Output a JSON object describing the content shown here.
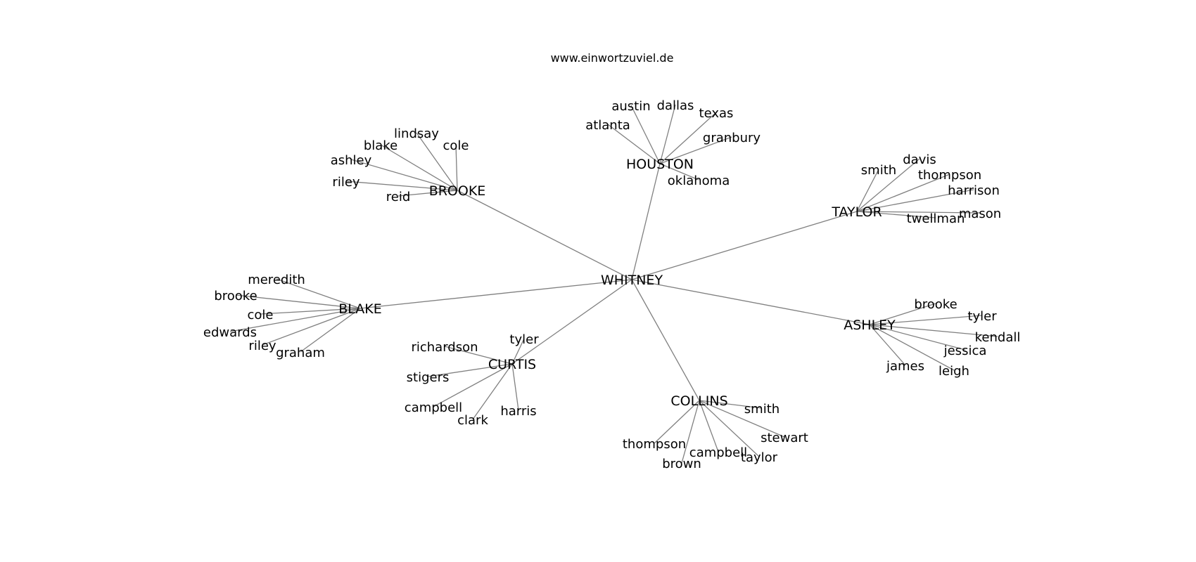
{
  "title": "www.einwortzuviel.de",
  "colors": {
    "edge": "#808080",
    "text": "#000000",
    "background": "#ffffff"
  },
  "nodes": [
    {
      "id": "whitney",
      "label": "WHITNEY"
    },
    {
      "id": "houston",
      "label": "HOUSTON"
    },
    {
      "id": "brooke",
      "label": "BROOKE"
    },
    {
      "id": "taylor",
      "label": "TAYLOR"
    },
    {
      "id": "blake",
      "label": "BLAKE"
    },
    {
      "id": "ashley",
      "label": "ASHLEY"
    },
    {
      "id": "curtis",
      "label": "CURTIS"
    },
    {
      "id": "collins",
      "label": "COLLINS"
    },
    {
      "id": "h-austin",
      "label": "austin"
    },
    {
      "id": "h-dallas",
      "label": "dallas"
    },
    {
      "id": "h-texas",
      "label": "texas"
    },
    {
      "id": "h-atlanta",
      "label": "atlanta"
    },
    {
      "id": "h-granbury",
      "label": "granbury"
    },
    {
      "id": "h-oklahoma",
      "label": "oklahoma"
    },
    {
      "id": "br-lindsay",
      "label": "lindsay"
    },
    {
      "id": "br-blake",
      "label": "blake"
    },
    {
      "id": "br-cole",
      "label": "cole"
    },
    {
      "id": "br-ashley",
      "label": "ashley"
    },
    {
      "id": "br-riley",
      "label": "riley"
    },
    {
      "id": "br-reid",
      "label": "reid"
    },
    {
      "id": "t-smith",
      "label": "smith"
    },
    {
      "id": "t-davis",
      "label": "davis"
    },
    {
      "id": "t-thompson",
      "label": "thompson"
    },
    {
      "id": "t-harrison",
      "label": "harrison"
    },
    {
      "id": "t-mason",
      "label": "mason"
    },
    {
      "id": "t-twellman",
      "label": "twellman"
    },
    {
      "id": "bl-meredith",
      "label": "meredith"
    },
    {
      "id": "bl-brooke",
      "label": "brooke"
    },
    {
      "id": "bl-cole",
      "label": "cole"
    },
    {
      "id": "bl-edwards",
      "label": "edwards"
    },
    {
      "id": "bl-riley",
      "label": "riley"
    },
    {
      "id": "bl-graham",
      "label": "graham"
    },
    {
      "id": "a-brooke",
      "label": "brooke"
    },
    {
      "id": "a-tyler",
      "label": "tyler"
    },
    {
      "id": "a-kendall",
      "label": "kendall"
    },
    {
      "id": "a-jessica",
      "label": "jessica"
    },
    {
      "id": "a-james",
      "label": "james"
    },
    {
      "id": "a-leigh",
      "label": "leigh"
    },
    {
      "id": "c-richardson",
      "label": "richardson"
    },
    {
      "id": "c-tyler",
      "label": "tyler"
    },
    {
      "id": "c-stigers",
      "label": "stigers"
    },
    {
      "id": "c-campbell",
      "label": "campbell"
    },
    {
      "id": "c-clark",
      "label": "clark"
    },
    {
      "id": "c-harris",
      "label": "harris"
    },
    {
      "id": "co-smith",
      "label": "smith"
    },
    {
      "id": "co-stewart",
      "label": "stewart"
    },
    {
      "id": "co-thompson",
      "label": "thompson"
    },
    {
      "id": "co-campbell",
      "label": "campbell"
    },
    {
      "id": "co-taylor",
      "label": "taylor"
    },
    {
      "id": "co-brown",
      "label": "brown"
    }
  ],
  "edges": [
    [
      "whitney",
      "houston"
    ],
    [
      "whitney",
      "brooke"
    ],
    [
      "whitney",
      "taylor"
    ],
    [
      "whitney",
      "blake"
    ],
    [
      "whitney",
      "ashley"
    ],
    [
      "whitney",
      "curtis"
    ],
    [
      "whitney",
      "collins"
    ],
    [
      "houston",
      "h-austin"
    ],
    [
      "houston",
      "h-dallas"
    ],
    [
      "houston",
      "h-texas"
    ],
    [
      "houston",
      "h-atlanta"
    ],
    [
      "houston",
      "h-granbury"
    ],
    [
      "houston",
      "h-oklahoma"
    ],
    [
      "brooke",
      "br-lindsay"
    ],
    [
      "brooke",
      "br-blake"
    ],
    [
      "brooke",
      "br-cole"
    ],
    [
      "brooke",
      "br-ashley"
    ],
    [
      "brooke",
      "br-riley"
    ],
    [
      "brooke",
      "br-reid"
    ],
    [
      "taylor",
      "t-smith"
    ],
    [
      "taylor",
      "t-davis"
    ],
    [
      "taylor",
      "t-thompson"
    ],
    [
      "taylor",
      "t-harrison"
    ],
    [
      "taylor",
      "t-mason"
    ],
    [
      "taylor",
      "t-twellman"
    ],
    [
      "blake",
      "bl-meredith"
    ],
    [
      "blake",
      "bl-brooke"
    ],
    [
      "blake",
      "bl-cole"
    ],
    [
      "blake",
      "bl-edwards"
    ],
    [
      "blake",
      "bl-riley"
    ],
    [
      "blake",
      "bl-graham"
    ],
    [
      "ashley",
      "a-brooke"
    ],
    [
      "ashley",
      "a-tyler"
    ],
    [
      "ashley",
      "a-kendall"
    ],
    [
      "ashley",
      "a-jessica"
    ],
    [
      "ashley",
      "a-james"
    ],
    [
      "ashley",
      "a-leigh"
    ],
    [
      "curtis",
      "c-richardson"
    ],
    [
      "curtis",
      "c-tyler"
    ],
    [
      "curtis",
      "c-stigers"
    ],
    [
      "curtis",
      "c-campbell"
    ],
    [
      "curtis",
      "c-clark"
    ],
    [
      "curtis",
      "c-harris"
    ],
    [
      "collins",
      "co-smith"
    ],
    [
      "collins",
      "co-stewart"
    ],
    [
      "collins",
      "co-thompson"
    ],
    [
      "collins",
      "co-campbell"
    ],
    [
      "collins",
      "co-taylor"
    ],
    [
      "collins",
      "co-brown"
    ]
  ]
}
